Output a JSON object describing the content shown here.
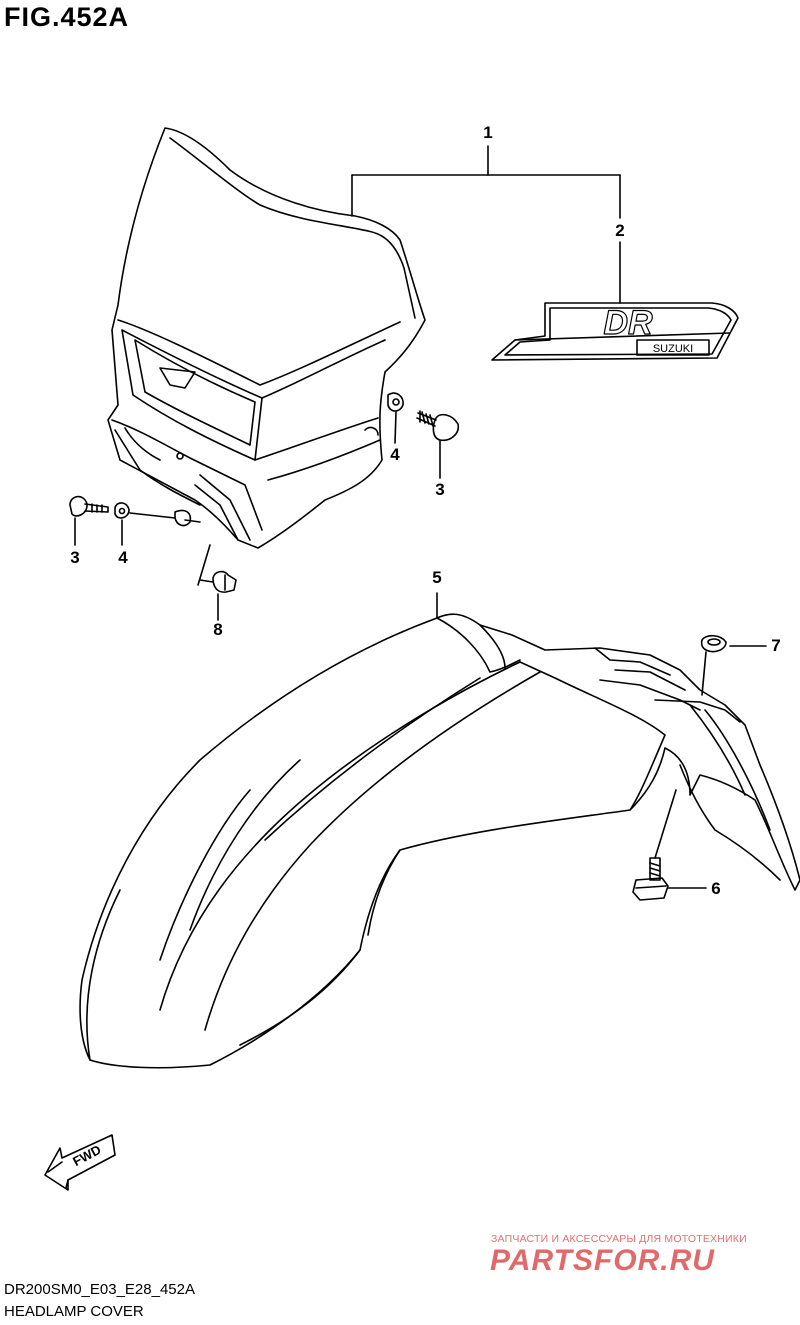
{
  "figure": {
    "title": "FIG.452A",
    "code": "DR200SM0_E03_E28_452A",
    "name": "HEADLAMP COVER"
  },
  "callouts": [
    "1",
    "2",
    "3",
    "3",
    "4",
    "4",
    "5",
    "6",
    "7",
    "8"
  ],
  "decal": {
    "logo": "DR",
    "brand": "SUZUKI"
  },
  "fwd_label": "FWD",
  "watermark": {
    "tagline": "ЗАПЧАСТИ И АКСЕССУАРЫ ДЛЯ МОТОТЕХНИКИ",
    "logo": "PARTSFOR.RU",
    "color": "#e06a6a"
  }
}
